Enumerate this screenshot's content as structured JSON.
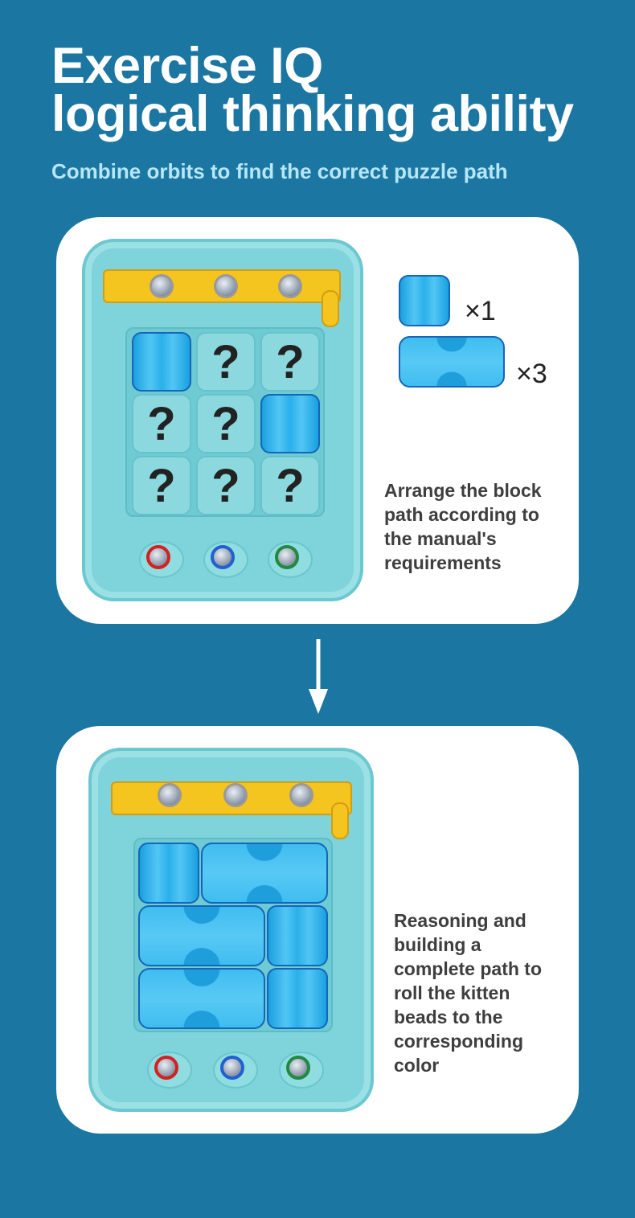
{
  "header": {
    "title_line1": "Exercise IQ",
    "title_line2": "logical thinking ability",
    "subtitle": "Combine orbits to find the correct puzzle path"
  },
  "step1": {
    "description_lines": [
      "Arrange the block",
      "path according to",
      "the manual's",
      "requirements"
    ],
    "legend": [
      {
        "piece": "straight-block",
        "count_label": "×1"
      },
      {
        "piece": "cross-block",
        "count_label": "×3"
      }
    ],
    "grid": [
      [
        "block",
        "?",
        "?"
      ],
      [
        "?",
        "?",
        "block"
      ],
      [
        "?",
        "?",
        "?"
      ]
    ]
  },
  "step2": {
    "description_lines": [
      "Reasoning and",
      "building a",
      "complete path to",
      "roll the kitten",
      "beads to the",
      "corresponding",
      "color"
    ]
  },
  "colors": {
    "background": "#1c76a2",
    "bead_rings": [
      "#d42020",
      "#2060d0",
      "#208a40"
    ]
  }
}
